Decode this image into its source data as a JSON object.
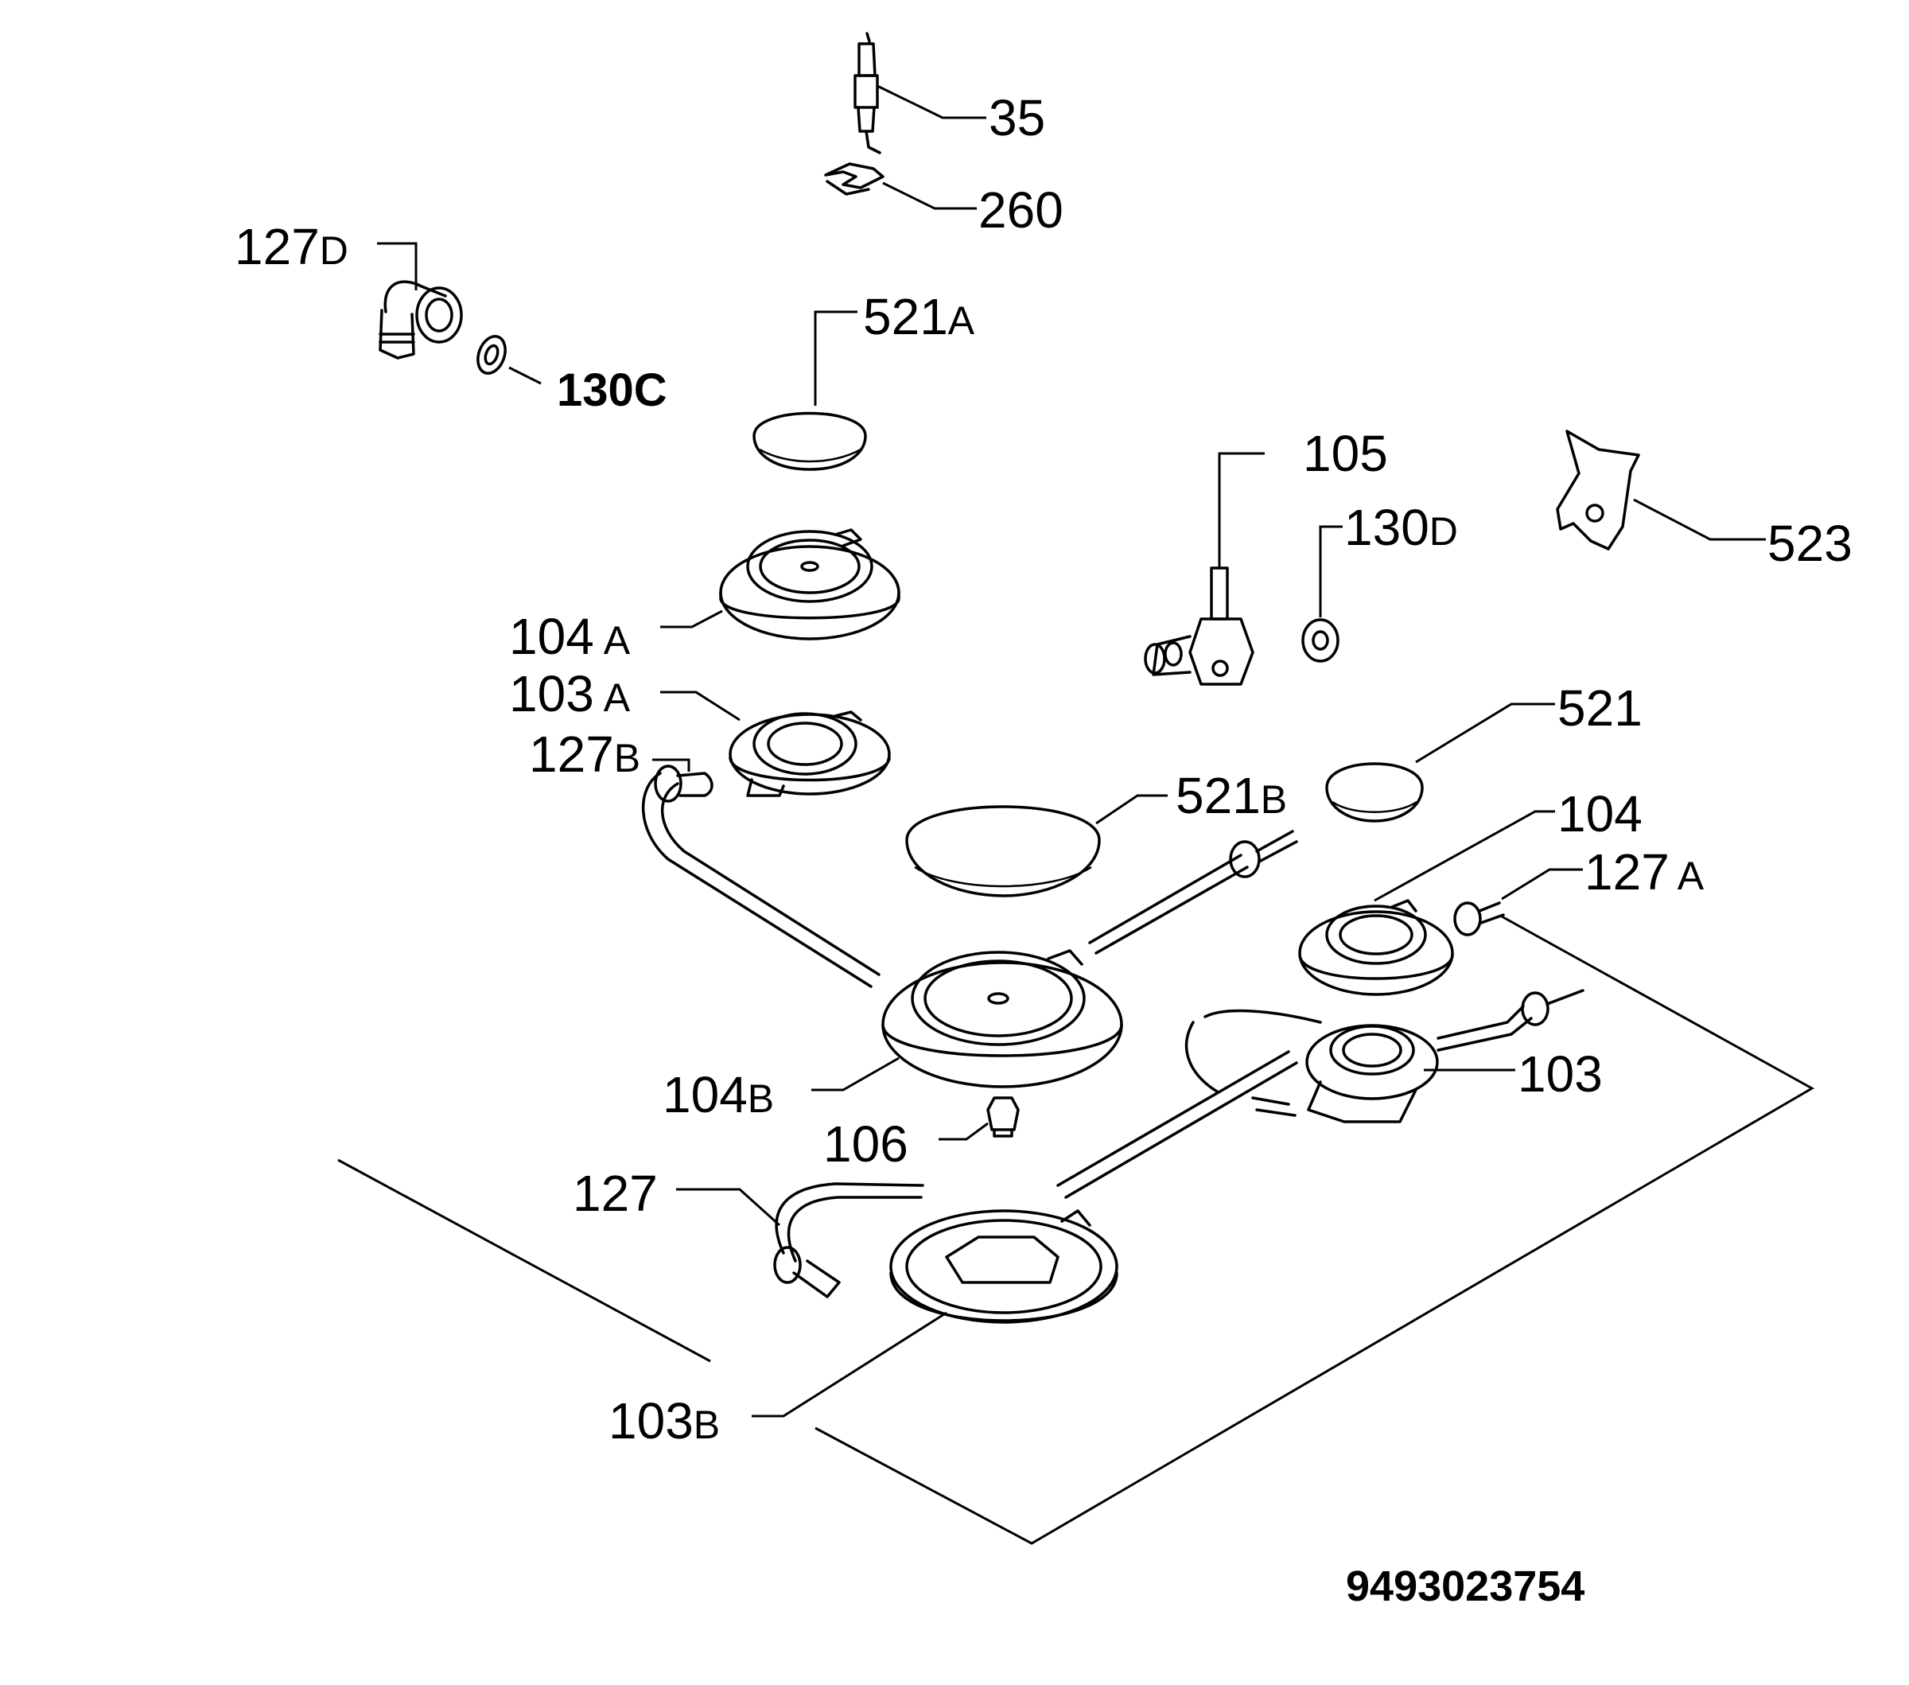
{
  "labels": {
    "p35": "35",
    "p260": "260",
    "p127d_num": "127",
    "p127d_suf": "D",
    "p130c": "130C",
    "p521a_num": "521",
    "p521a_suf": "A",
    "p105": "105",
    "p130d_num": "130",
    "p130d_suf": "D",
    "p523": "523",
    "p104a_num": "104",
    "p104a_suf": "A",
    "p103a_num": "103",
    "p103a_suf": "A",
    "p127b_num": "127",
    "p127b_suf": "B",
    "p521": "521",
    "p521b_num": "521",
    "p521b_suf": "B",
    "p104": "104",
    "p127a_num": "127",
    "p127a_suf": "A",
    "p103": "103",
    "p104b_num": "104",
    "p104b_suf": "B",
    "p106": "106",
    "p127": "127",
    "p103b_num": "103",
    "p103b_suf": "B"
  },
  "document_number": "9493023754"
}
